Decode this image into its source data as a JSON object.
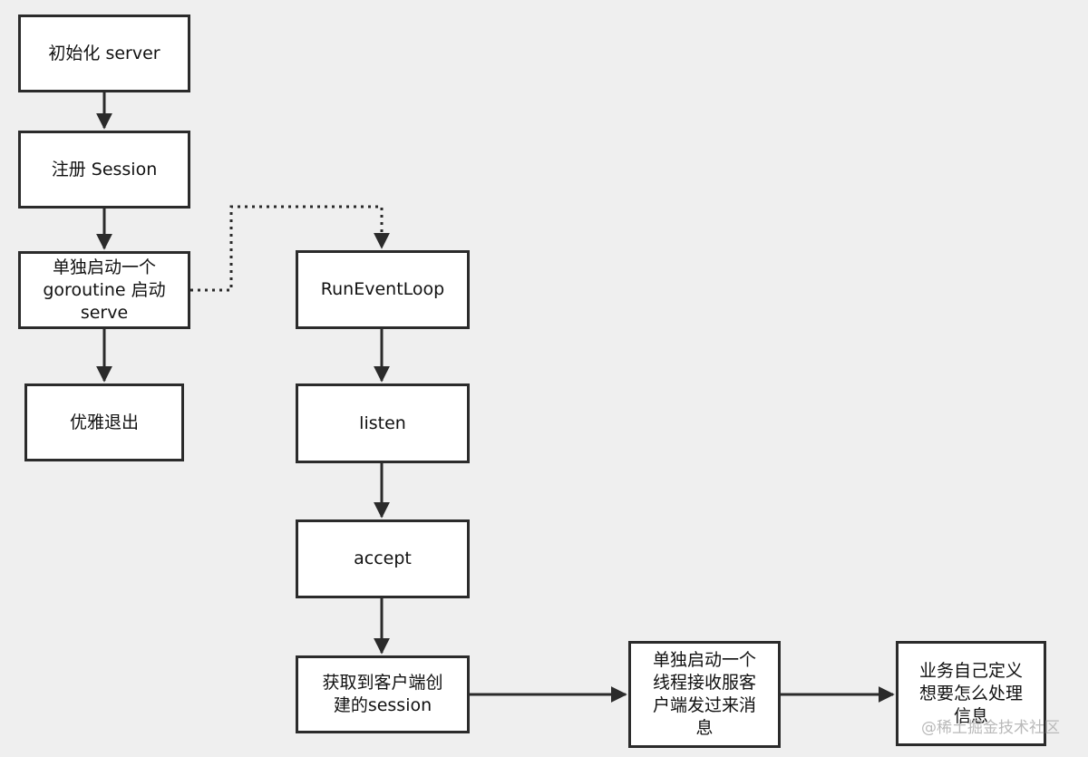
{
  "diagram": {
    "nodes": {
      "init_server": "初始化 server",
      "register_session": "注册 Session",
      "start_goroutine": "单独启动一个\ngoroutine 启动\nserve",
      "graceful_exit": "优雅退出",
      "run_event_loop": "RunEventLoop",
      "listen": "listen",
      "accept": "accept",
      "get_client_session": "获取到客户端创\n建的session",
      "start_thread": "单独启动一个\n线程接收服客\n户端发过来消\n息",
      "business_handle": "业务自己定义\n想要怎么处理\n信息"
    },
    "edges": [
      {
        "from": "init_server",
        "to": "register_session",
        "style": "solid"
      },
      {
        "from": "register_session",
        "to": "start_goroutine",
        "style": "solid"
      },
      {
        "from": "start_goroutine",
        "to": "graceful_exit",
        "style": "solid"
      },
      {
        "from": "start_goroutine",
        "to": "run_event_loop",
        "style": "dotted"
      },
      {
        "from": "run_event_loop",
        "to": "listen",
        "style": "solid"
      },
      {
        "from": "listen",
        "to": "accept",
        "style": "solid"
      },
      {
        "from": "accept",
        "to": "get_client_session",
        "style": "solid"
      },
      {
        "from": "get_client_session",
        "to": "start_thread",
        "style": "solid"
      },
      {
        "from": "start_thread",
        "to": "business_handle",
        "style": "solid"
      }
    ],
    "colors": {
      "background": "#efefef",
      "node_fill": "#ffffff",
      "stroke": "#2b2b2b",
      "watermark": "#b9b9b9"
    }
  },
  "watermark": "@稀土掘金技术社区"
}
